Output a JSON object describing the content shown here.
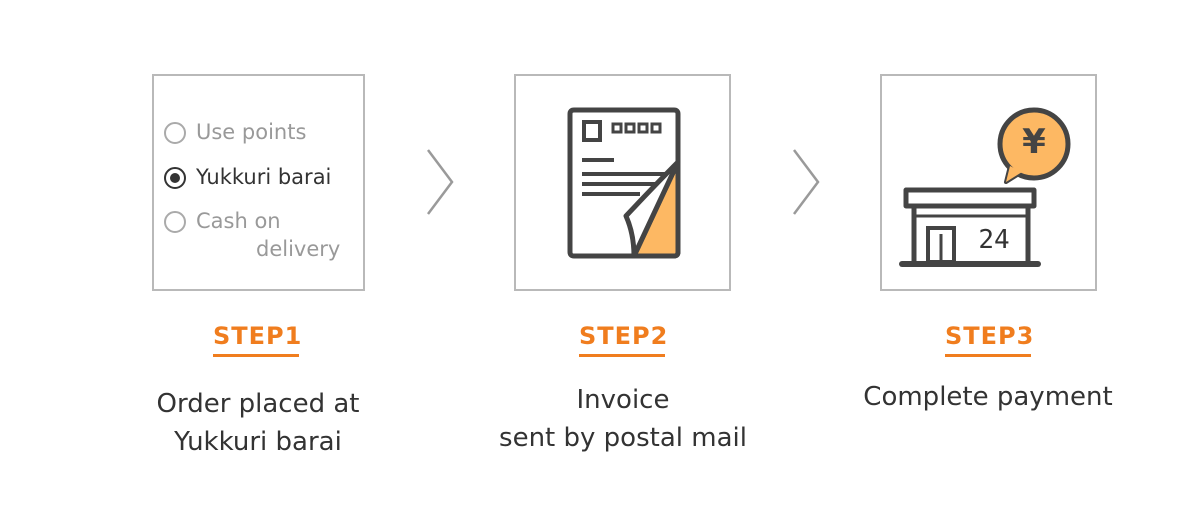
{
  "steps": [
    {
      "label": "STEP1",
      "description_lines": [
        "Order placed at",
        "Yukkuri barai"
      ],
      "options": [
        {
          "label": "Use points",
          "selected": false
        },
        {
          "label": "Yukkuri barai",
          "selected": true
        },
        {
          "label_line1": "Cash on",
          "label_line2": "delivery",
          "selected": false
        }
      ]
    },
    {
      "label": "STEP2",
      "description_lines": [
        "Invoice",
        "sent by postal mail"
      ],
      "icon": "invoice-document-icon"
    },
    {
      "label": "STEP3",
      "description_lines": [
        "Complete payment"
      ],
      "icon": "convenience-store-icon",
      "store_sign": "24",
      "currency_symbol": "¥"
    }
  ],
  "colors": {
    "accent": "#f07d1e",
    "illustration_fill": "#fdb863",
    "illustration_stroke": "#444444",
    "box_border": "#b9b9b9"
  }
}
